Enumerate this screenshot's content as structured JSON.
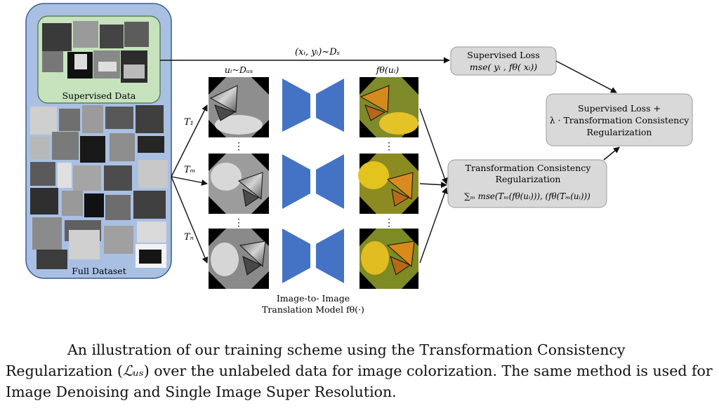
{
  "labels": {
    "supervised_data": "Supervised Data",
    "full_dataset": "Full Dataset",
    "sample_supervised": "(xᵢ, yᵢ)~Dₛ",
    "sample_unsupervised": "uᵢ~Dᵤₛ",
    "model_output": "fθ(uᵢ)",
    "t1": "T₁",
    "tm": "Tₘ",
    "tn": "Tₙ",
    "dots": "⋮",
    "model_line1": "Image-to- Image",
    "model_line2": "Translation Model fθ(·)"
  },
  "boxes": {
    "supervised_loss": {
      "title": "Supervised Loss",
      "formula": "mse( yᵢ , fθ( xᵢ))"
    },
    "tcr": {
      "title_line1": "Transformation Consistency",
      "title_line2": "Regularization",
      "formula": "∑ₘ mse(Tₘ(fθ(uᵢ))), (fθ(Tₘ(uᵢ)))"
    },
    "combined": {
      "line1": "Supervised Loss +",
      "line2": "λ ·  Transformation Consistency",
      "line3": "Regularization"
    }
  },
  "caption": {
    "part1": "An illustration of our training scheme using the Transformation Consistency Regularization (",
    "symbol": "ℒᵤₛ",
    "part2": ") over the unlabeled data for image colorization. The same method is used for Image Denoising and Single Image Super Resolution."
  },
  "colors": {
    "dataset_panel": "#a9c0e3",
    "supervised_panel": "#c6e3bd",
    "model_blue": "#4472c4",
    "box_gray": "#d9d9d9"
  }
}
